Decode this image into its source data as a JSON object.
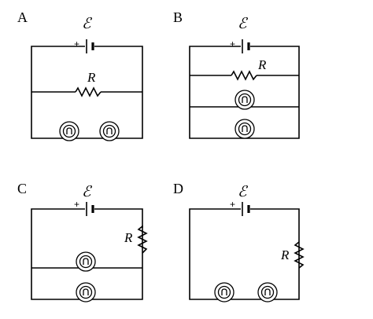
{
  "panels": [
    {
      "id": "A",
      "label": "A",
      "emf_symbol": "ℰ",
      "plus_sign": "+",
      "resistor_label": "R"
    },
    {
      "id": "B",
      "label": "B",
      "emf_symbol": "ℰ",
      "plus_sign": "+",
      "resistor_label": "R"
    },
    {
      "id": "C",
      "label": "C",
      "emf_symbol": "ℰ",
      "plus_sign": "+",
      "resistor_label": "R"
    },
    {
      "id": "D",
      "label": "D",
      "emf_symbol": "ℰ",
      "plus_sign": "+",
      "resistor_label": "R"
    }
  ]
}
